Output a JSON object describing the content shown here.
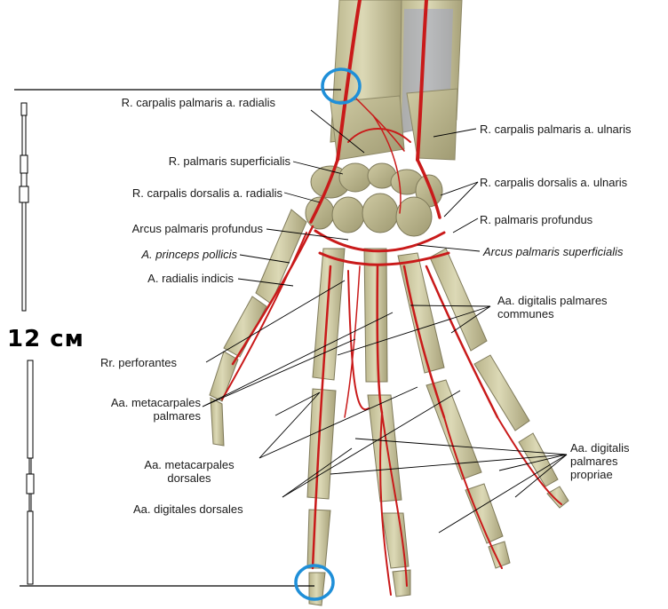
{
  "scale": {
    "text": "12 см"
  },
  "labels": {
    "r_carpalis_palmaris_radialis": "R. carpalis palmaris a. radialis",
    "r_palmaris_superficialis": "R. palmaris superficialis",
    "r_carpalis_dorsalis_radialis": "R. carpalis dorsalis a. radialis",
    "arcus_palmaris_profundus": "Arcus palmaris profundus",
    "a_princeps_pollicis": "A. princeps pollicis",
    "a_radialis_indicis": "A. radialis indicis",
    "rr_perforantes": "Rr. perforantes",
    "aa_metacarpales_palmares": "Aa. metacarpales palmares",
    "aa_metacarpales_dorsales": "Aa. metacarpales dorsales",
    "aa_digitales_dorsales": "Aa. digitales dorsales",
    "r_carpalis_palmaris_ulnaris": "R. carpalis palmaris a. ulnaris",
    "r_carpalis_dorsalis_ulnaris": "R. carpalis dorsalis a. ulnaris",
    "r_palmaris_profundus": "R. palmaris profundus",
    "arcus_palmaris_superficialis": "Arcus palmaris superficialis",
    "aa_digitalis_palmares_communes": "Aa. digitalis palmares communes",
    "aa_digitalis_palmares_propriae": "Aa. digitalis palmares propriae"
  }
}
